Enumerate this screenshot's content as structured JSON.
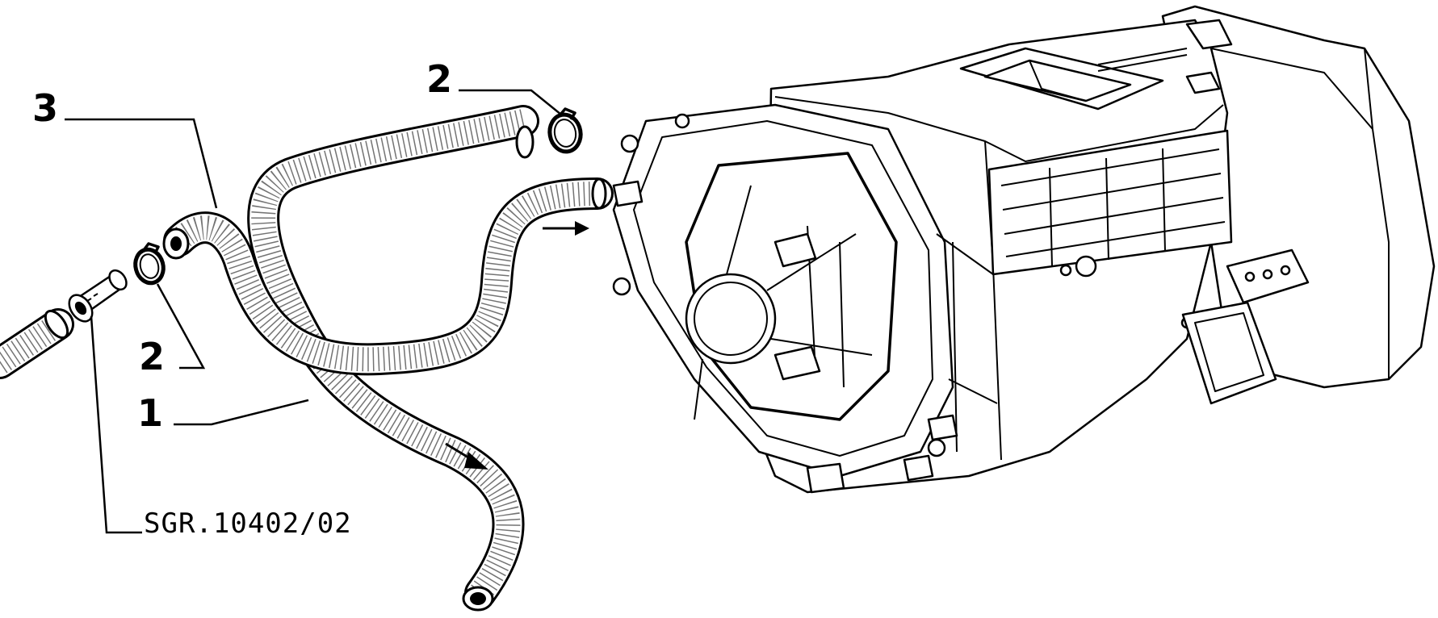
{
  "callouts": {
    "hose_1": "1",
    "clamp_2_top": "2",
    "clamp_2_bottom": "2",
    "hose_3": "3"
  },
  "reference_code": "SGR.10402/02"
}
